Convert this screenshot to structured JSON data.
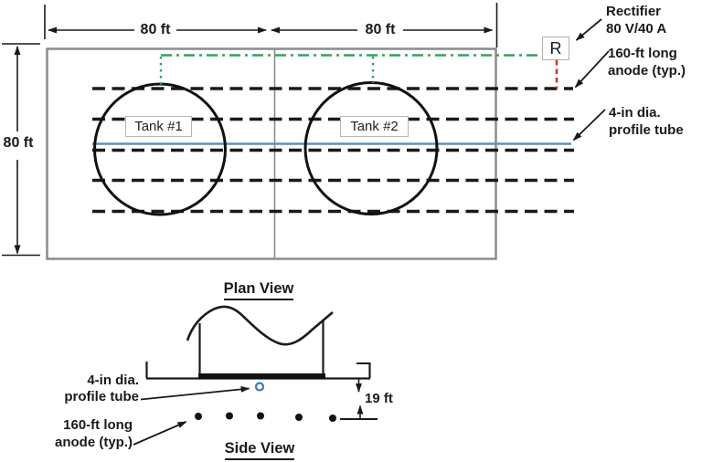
{
  "colors": {
    "line_black": "#1a1a1a",
    "outline_gray": "#8c8c8c",
    "wire_green": "#2fa463",
    "wire_red": "#d5352f",
    "tube_blue": "#5b92c0",
    "tube_marker_blue": "#3c7ab5"
  },
  "plan": {
    "dim_width_left": "80 ft",
    "dim_width_right": "80 ft",
    "dim_height": "80 ft",
    "tank1": "Tank #1",
    "tank2": "Tank #2",
    "rectifier_symbol": "R",
    "title": "Plan View"
  },
  "callouts": {
    "rectifier": {
      "line1": "Rectifier",
      "line2": "80 V/40 A"
    },
    "anode": {
      "line1": "160-ft long",
      "line2": "anode (typ.)"
    },
    "tube": {
      "line1": "4-in dia.",
      "line2": "profile tube"
    }
  },
  "side": {
    "tube": {
      "line1": "4-in dia.",
      "line2": "profile tube"
    },
    "anode": {
      "line1": "160-ft long",
      "line2": "anode (typ.)"
    },
    "dim_depth": "19 ft",
    "title": "Side View"
  }
}
